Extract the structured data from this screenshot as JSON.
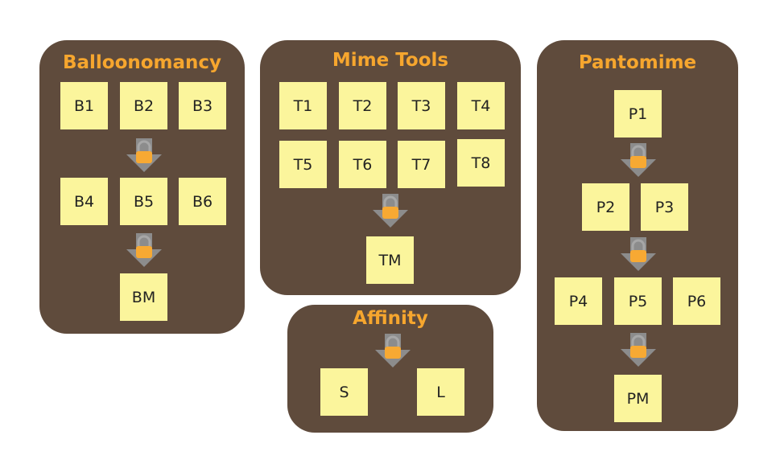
{
  "diagram": {
    "colors": {
      "panel": "#5f4b3c",
      "title": "#f6a62e",
      "node": "#fbf59c",
      "arrow": "#8c8c8c",
      "lock": "#f7a933"
    },
    "icons": {
      "lock_arrow": "lock-arrow-icon"
    },
    "balloonomancy": {
      "title": "Balloonomancy",
      "nodes": [
        "B1",
        "B2",
        "B3",
        "B4",
        "B5",
        "B6",
        "BM"
      ]
    },
    "mime_tools": {
      "title": "Mime Tools",
      "nodes": [
        "T1",
        "T2",
        "T3",
        "T4",
        "T5",
        "T6",
        "T7",
        "T8",
        "TM"
      ]
    },
    "affinity": {
      "title": "Affinity",
      "nodes": [
        "S",
        "L"
      ]
    },
    "pantomime": {
      "title": "Pantomime",
      "nodes": [
        "P1",
        "P2",
        "P3",
        "P4",
        "P5",
        "P6",
        "PM"
      ]
    }
  }
}
